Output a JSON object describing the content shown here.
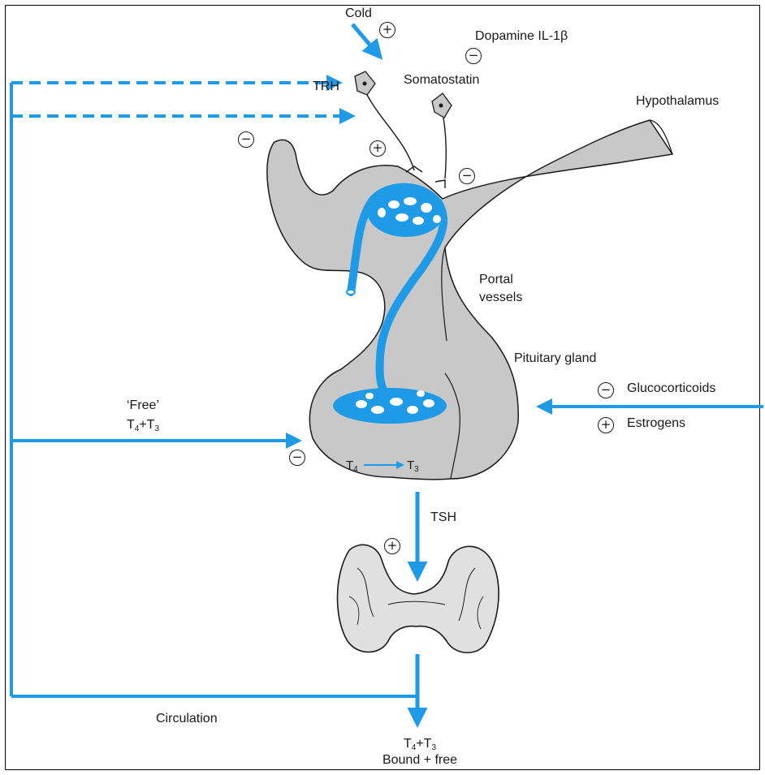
{
  "colors": {
    "accent_blue": "#1e9ae6",
    "tissue_gray": "#c8c8c8",
    "outline": "#1a1a1a",
    "background": "#ffffff"
  },
  "labels": {
    "cold": "Cold",
    "dopamine": "Dopamine IL-1β",
    "trh": "TRH",
    "somatostatin": "Somatostatin",
    "hypothalamus": "Hypothalamus",
    "portal_1": "Portal",
    "portal_2": "vessels",
    "pituitary": "Pituitary gland",
    "glucocorticoids": "Glucocorticoids",
    "estrogens": "Estrogens",
    "free_quote": "‘Free’",
    "tsh": "TSH",
    "circulation": "Circulation",
    "bound_free": "Bound + free"
  },
  "formulas": {
    "free_t4t3": {
      "a": "T",
      "a_sub": "4",
      "plus": "+T",
      "b_sub": "3"
    },
    "conversion": {
      "a": "T",
      "a_sub": "4",
      "b": "T",
      "b_sub": "3"
    },
    "out_t4t3": {
      "a": "T",
      "a_sub": "4",
      "plus": "+T",
      "b_sub": "3"
    }
  },
  "signs": {
    "plus": "+",
    "minus": "−"
  },
  "icons": {
    "neuron": "neuron-cell-icon",
    "thyroid": "thyroid-gland-icon"
  }
}
